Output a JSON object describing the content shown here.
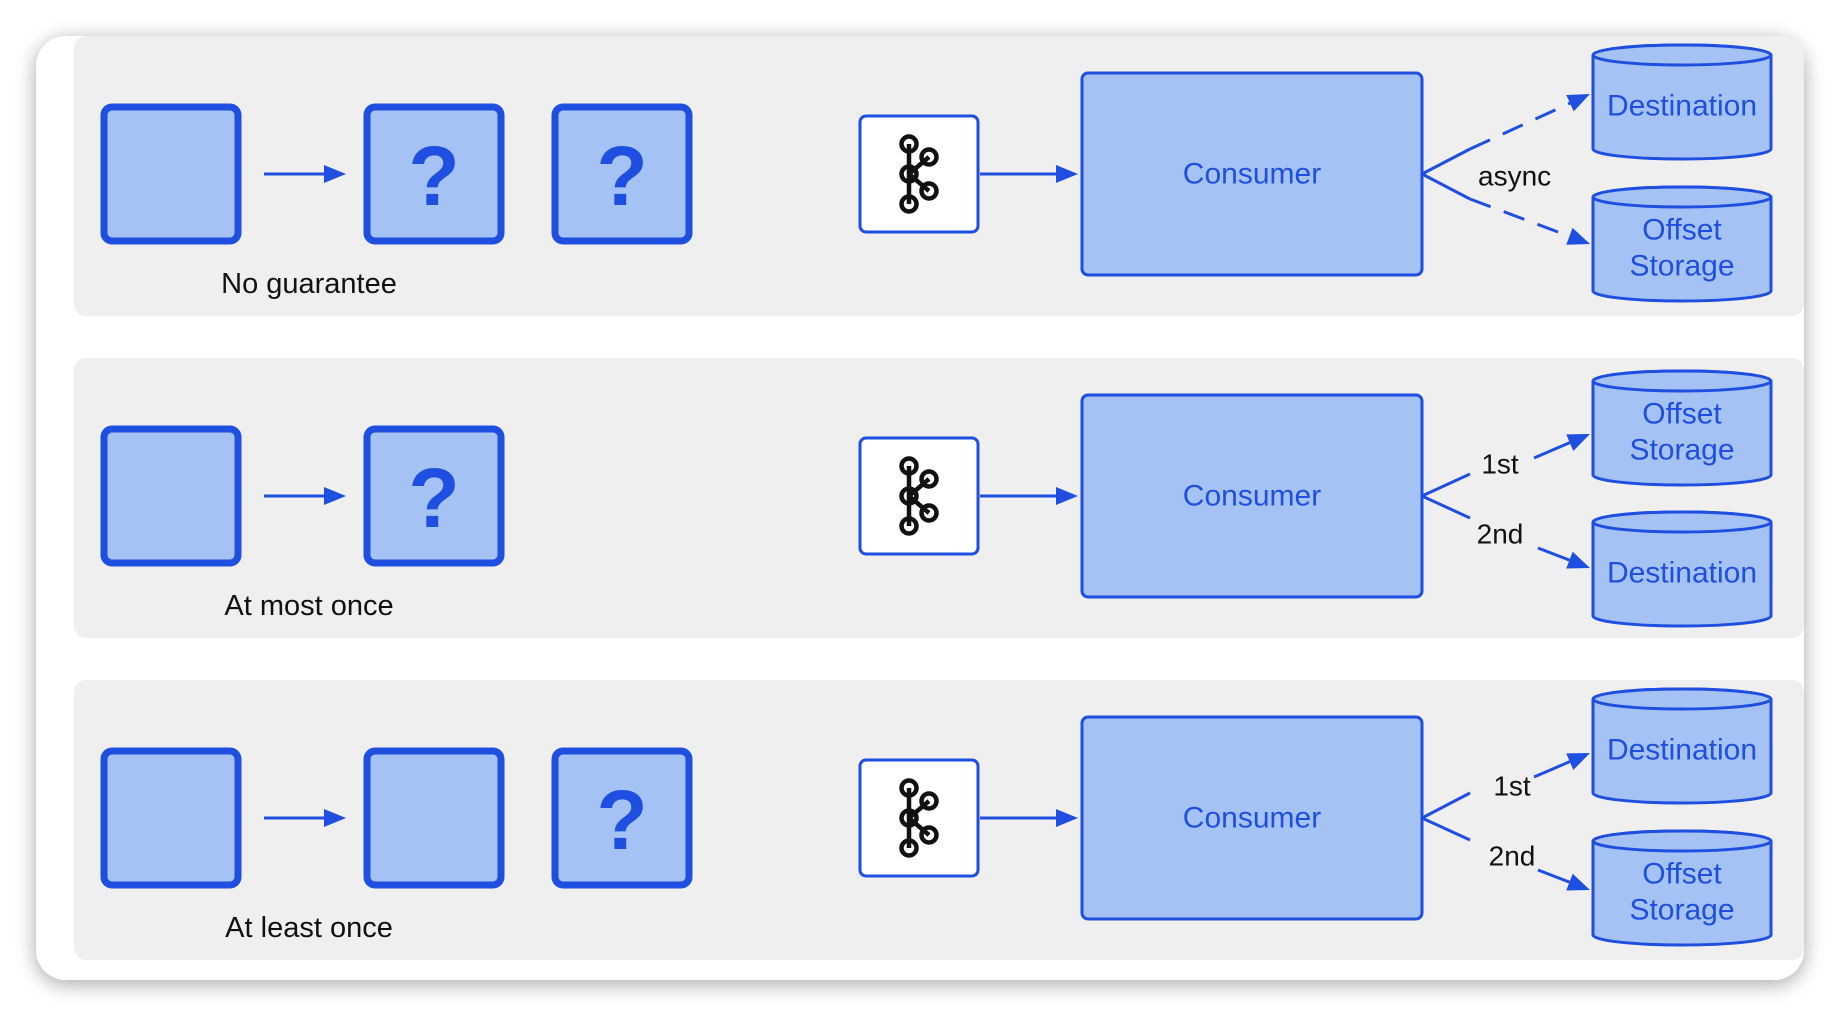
{
  "panels": [
    {
      "caption": "No guarantee",
      "boxes": [
        {
          "question": ""
        },
        {
          "question": "?"
        },
        {
          "question": "?"
        }
      ],
      "consumer_label": "Consumer",
      "edge_label": "async",
      "edge_style": "dashed",
      "targets": [
        {
          "lines": [
            "Destination"
          ],
          "order": ""
        },
        {
          "lines": [
            "Offset",
            "Storage"
          ],
          "order": ""
        }
      ]
    },
    {
      "caption": "At most once",
      "boxes": [
        {
          "question": ""
        },
        {
          "question": "?"
        }
      ],
      "consumer_label": "Consumer",
      "edge_label": "",
      "edge_style": "solid",
      "targets": [
        {
          "lines": [
            "Offset",
            "Storage"
          ],
          "order": "1st"
        },
        {
          "lines": [
            "Destination"
          ],
          "order": "2nd"
        }
      ]
    },
    {
      "caption": "At least once",
      "boxes": [
        {
          "question": ""
        },
        {
          "question": ""
        },
        {
          "question": "?"
        }
      ],
      "consumer_label": "Consumer",
      "edge_label": "",
      "edge_style": "solid",
      "targets": [
        {
          "lines": [
            "Destination"
          ],
          "order": "1st"
        },
        {
          "lines": [
            "Offset",
            "Storage"
          ],
          "order": "2nd"
        }
      ]
    }
  ],
  "icons": {
    "broker": "kafka-logo-icon"
  },
  "colors": {
    "accent": "#1f4fe0",
    "fill": "#a4c2f4",
    "panel": "#efefef",
    "text": "#111111"
  }
}
